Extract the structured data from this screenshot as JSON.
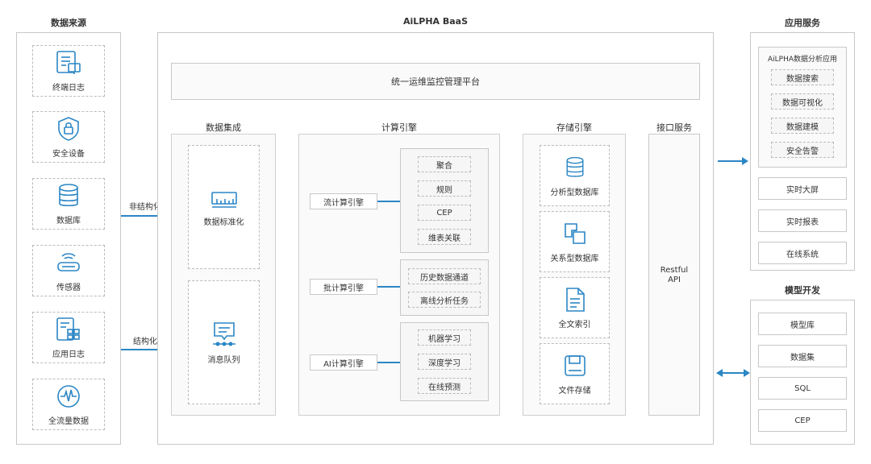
{
  "headers": {
    "data_source": "数据来源",
    "baas": "AiLPHA BaaS",
    "app_service": "应用服务",
    "model_dev": "模型开发"
  },
  "sources": [
    {
      "label": "终端日志",
      "icon": "terminal-log-icon"
    },
    {
      "label": "安全设备",
      "icon": "shield-lock-icon"
    },
    {
      "label": "数据库",
      "icon": "database-icon"
    },
    {
      "label": "传感器",
      "icon": "sensor-icon"
    },
    {
      "label": "应用日志",
      "icon": "app-log-icon"
    },
    {
      "label": "全流量数据",
      "icon": "traffic-wave-icon"
    }
  ],
  "flows": {
    "unstructured": "非结构化数据",
    "structured": "结构化数据"
  },
  "platform": "统一运维监控管理平台",
  "integration": {
    "title": "数据集成",
    "items": [
      {
        "label": "数据标准化",
        "icon": "ruler-icon"
      },
      {
        "label": "消息队列",
        "icon": "message-queue-icon"
      }
    ]
  },
  "compute": {
    "title": "计算引擎",
    "engines": [
      {
        "name": "流计算引擎",
        "items": [
          "聚合",
          "规则",
          "CEP",
          "维表关联"
        ]
      },
      {
        "name": "批计算引擎",
        "items": [
          "历史数据通道",
          "离线分析任务"
        ]
      },
      {
        "name": "AI计算引擎",
        "items": [
          "机器学习",
          "深度学习",
          "在线预测"
        ]
      }
    ]
  },
  "storage": {
    "title": "存储引擎",
    "items": [
      {
        "label": "分析型数据库",
        "icon": "database-icon"
      },
      {
        "label": "关系型数据库",
        "icon": "relation-icon"
      },
      {
        "label": "全文索引",
        "icon": "document-icon"
      },
      {
        "label": "文件存储",
        "icon": "floppy-icon"
      }
    ]
  },
  "interface": {
    "title": "接口服务",
    "line1": "Restful",
    "line2": "API"
  },
  "app": {
    "group_title": "AiLPHA数据分析应用",
    "group_items": [
      "数据搜索",
      "数据可视化",
      "数据建模",
      "安全告警"
    ],
    "items": [
      "实时大屏",
      "实时报表",
      "在线系统"
    ]
  },
  "model": {
    "items": [
      "模型库",
      "数据集",
      "SQL",
      "CEP"
    ]
  },
  "colors": {
    "accent": "#2b86c5",
    "border": "#c8c8c8"
  }
}
